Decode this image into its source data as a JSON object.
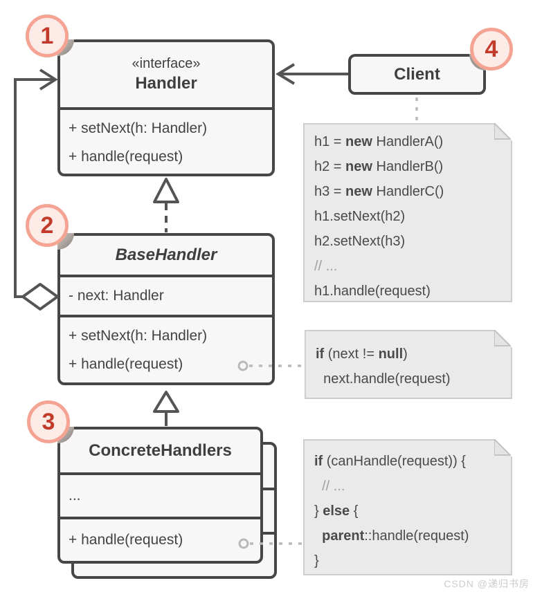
{
  "badges": [
    "1",
    "2",
    "3",
    "4"
  ],
  "classes": {
    "handler": {
      "stereotype": "«interface»",
      "name": "Handler",
      "methods": [
        "+ setNext(h: Handler)",
        "+ handle(request)"
      ]
    },
    "client": {
      "name": "Client"
    },
    "base_handler": {
      "name": "BaseHandler",
      "attributes": [
        "- next: Handler"
      ],
      "methods": [
        "+ setNext(h: Handler)",
        "+ handle(request)"
      ]
    },
    "concrete_handlers": {
      "name": "ConcreteHandlers",
      "attributes": [
        "..."
      ],
      "methods": [
        "+ handle(request)"
      ]
    }
  },
  "notes": {
    "client_code": {
      "lines": [
        [
          {
            "t": "h1 = "
          },
          {
            "t": "new",
            "b": 1
          },
          {
            "t": " HandlerA()"
          }
        ],
        [
          {
            "t": "h2 = "
          },
          {
            "t": "new",
            "b": 1
          },
          {
            "t": " HandlerB()"
          }
        ],
        [
          {
            "t": "h3 = "
          },
          {
            "t": "new",
            "b": 1
          },
          {
            "t": " HandlerC()"
          }
        ],
        [
          {
            "t": "h1.setNext(h2)"
          }
        ],
        [
          {
            "t": "h2.setNext(h3)"
          }
        ],
        [
          {
            "t": "// ...",
            "c": 1
          }
        ],
        [
          {
            "t": "h1.handle(request)"
          }
        ]
      ]
    },
    "base_handler_code": {
      "lines": [
        [
          {
            "t": "if",
            "b": 1
          },
          {
            "t": " (next != "
          },
          {
            "t": "null",
            "b": 1
          },
          {
            "t": ")"
          }
        ],
        [
          {
            "t": "  next.handle(request)"
          }
        ]
      ]
    },
    "concrete_handlers_code": {
      "lines": [
        [
          {
            "t": "if",
            "b": 1
          },
          {
            "t": " (canHandle(request)) {"
          }
        ],
        [
          {
            "t": "  "
          },
          {
            "t": "// ...",
            "c": 1
          }
        ],
        [
          {
            "t": "} "
          },
          {
            "t": "else",
            "b": 1
          },
          {
            "t": " {"
          }
        ],
        [
          {
            "t": "  "
          },
          {
            "t": "parent",
            "b": 1
          },
          {
            "t": "::handle(request)"
          }
        ],
        [
          {
            "t": "}"
          }
        ]
      ]
    }
  },
  "watermark": "CSDN @递归书房",
  "colors": {
    "box_fill": "#f7f7f7",
    "box_border": "#464646",
    "note_fill": "#eaeaea",
    "note_border": "#cdcdcd",
    "line_dark": "#545454",
    "line_dash_gray": "#b9b9b9",
    "badge_fill": "#fcebe7",
    "badge_ring": "#f5a493",
    "badge_number": "#c23b2a",
    "comment_gray": "#a0a0a0"
  }
}
